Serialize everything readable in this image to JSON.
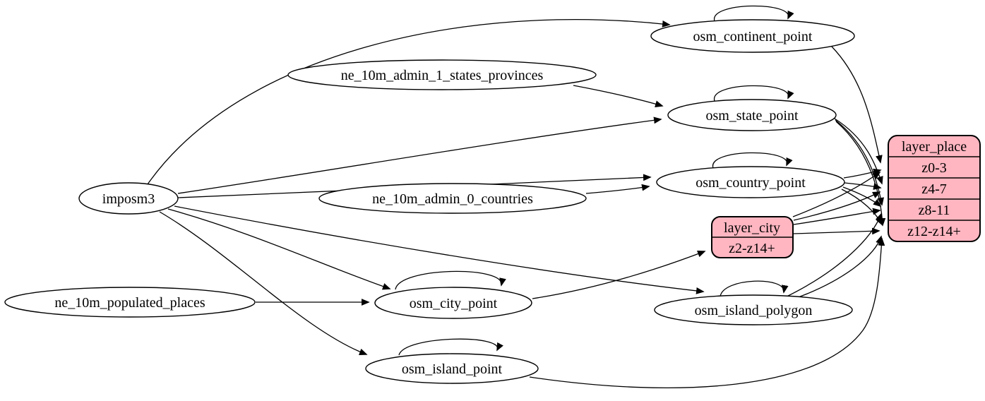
{
  "diagram": {
    "type": "graphviz-etl-graph",
    "colors": {
      "background": "#ffffff",
      "node_fill": "#ffffff",
      "layer_record_fill": "#ffb6c1",
      "stroke": "#000000",
      "text": "#000000"
    },
    "nodes": {
      "imposm3": "imposm3",
      "ne_10m_admin_1_states_provinces": "ne_10m_admin_1_states_provinces",
      "ne_10m_admin_0_countries": "ne_10m_admin_0_countries",
      "ne_10m_populated_places": "ne_10m_populated_places",
      "osm_continent_point": "osm_continent_point",
      "osm_state_point": "osm_state_point",
      "osm_country_point": "osm_country_point",
      "osm_city_point": "osm_city_point",
      "osm_island_polygon": "osm_island_polygon",
      "osm_island_point": "osm_island_point"
    },
    "layers": {
      "layer_city": {
        "header": "layer_city",
        "rows": [
          "z2-z14+"
        ]
      },
      "layer_place": {
        "header": "layer_place",
        "rows": [
          "z0-3",
          "z4-7",
          "z8-11",
          "z12-z14+"
        ]
      }
    },
    "edges": [
      {
        "from": "imposm3",
        "to": "osm_continent_point"
      },
      {
        "from": "imposm3",
        "to": "osm_state_point"
      },
      {
        "from": "imposm3",
        "to": "osm_country_point"
      },
      {
        "from": "imposm3",
        "to": "osm_city_point"
      },
      {
        "from": "imposm3",
        "to": "osm_island_polygon"
      },
      {
        "from": "imposm3",
        "to": "osm_island_point"
      },
      {
        "from": "ne_10m_admin_1_states_provinces",
        "to": "osm_state_point"
      },
      {
        "from": "ne_10m_admin_0_countries",
        "to": "osm_country_point"
      },
      {
        "from": "ne_10m_populated_places",
        "to": "osm_city_point"
      },
      {
        "from": "osm_continent_point",
        "to": "osm_continent_point"
      },
      {
        "from": "osm_state_point",
        "to": "osm_state_point"
      },
      {
        "from": "osm_country_point",
        "to": "osm_country_point"
      },
      {
        "from": "osm_city_point",
        "to": "osm_city_point"
      },
      {
        "from": "osm_island_polygon",
        "to": "osm_island_polygon"
      },
      {
        "from": "osm_island_point",
        "to": "osm_island_point"
      },
      {
        "from": "osm_continent_point",
        "to": "layer_place:z0-3"
      },
      {
        "from": "osm_state_point",
        "to": "layer_place:z4-7"
      },
      {
        "from": "osm_state_point",
        "to": "layer_place:z8-11"
      },
      {
        "from": "osm_state_point",
        "to": "layer_place:z12-z14+"
      },
      {
        "from": "osm_country_point",
        "to": "layer_place:z0-3"
      },
      {
        "from": "osm_country_point",
        "to": "layer_place:z4-7"
      },
      {
        "from": "osm_country_point",
        "to": "layer_place:z8-11"
      },
      {
        "from": "osm_country_point",
        "to": "layer_place:z12-z14+"
      },
      {
        "from": "osm_city_point",
        "to": "layer_city:z2-z14+"
      },
      {
        "from": "layer_city",
        "to": "layer_place:z0-3"
      },
      {
        "from": "layer_city",
        "to": "layer_place:z4-7"
      },
      {
        "from": "layer_city",
        "to": "layer_place:z8-11"
      },
      {
        "from": "layer_city",
        "to": "layer_place:z12-z14+"
      },
      {
        "from": "osm_island_polygon",
        "to": "layer_place:z8-11"
      },
      {
        "from": "osm_island_polygon",
        "to": "layer_place:z12-z14+"
      },
      {
        "from": "osm_island_point",
        "to": "layer_place:z12-z14+"
      }
    ]
  }
}
